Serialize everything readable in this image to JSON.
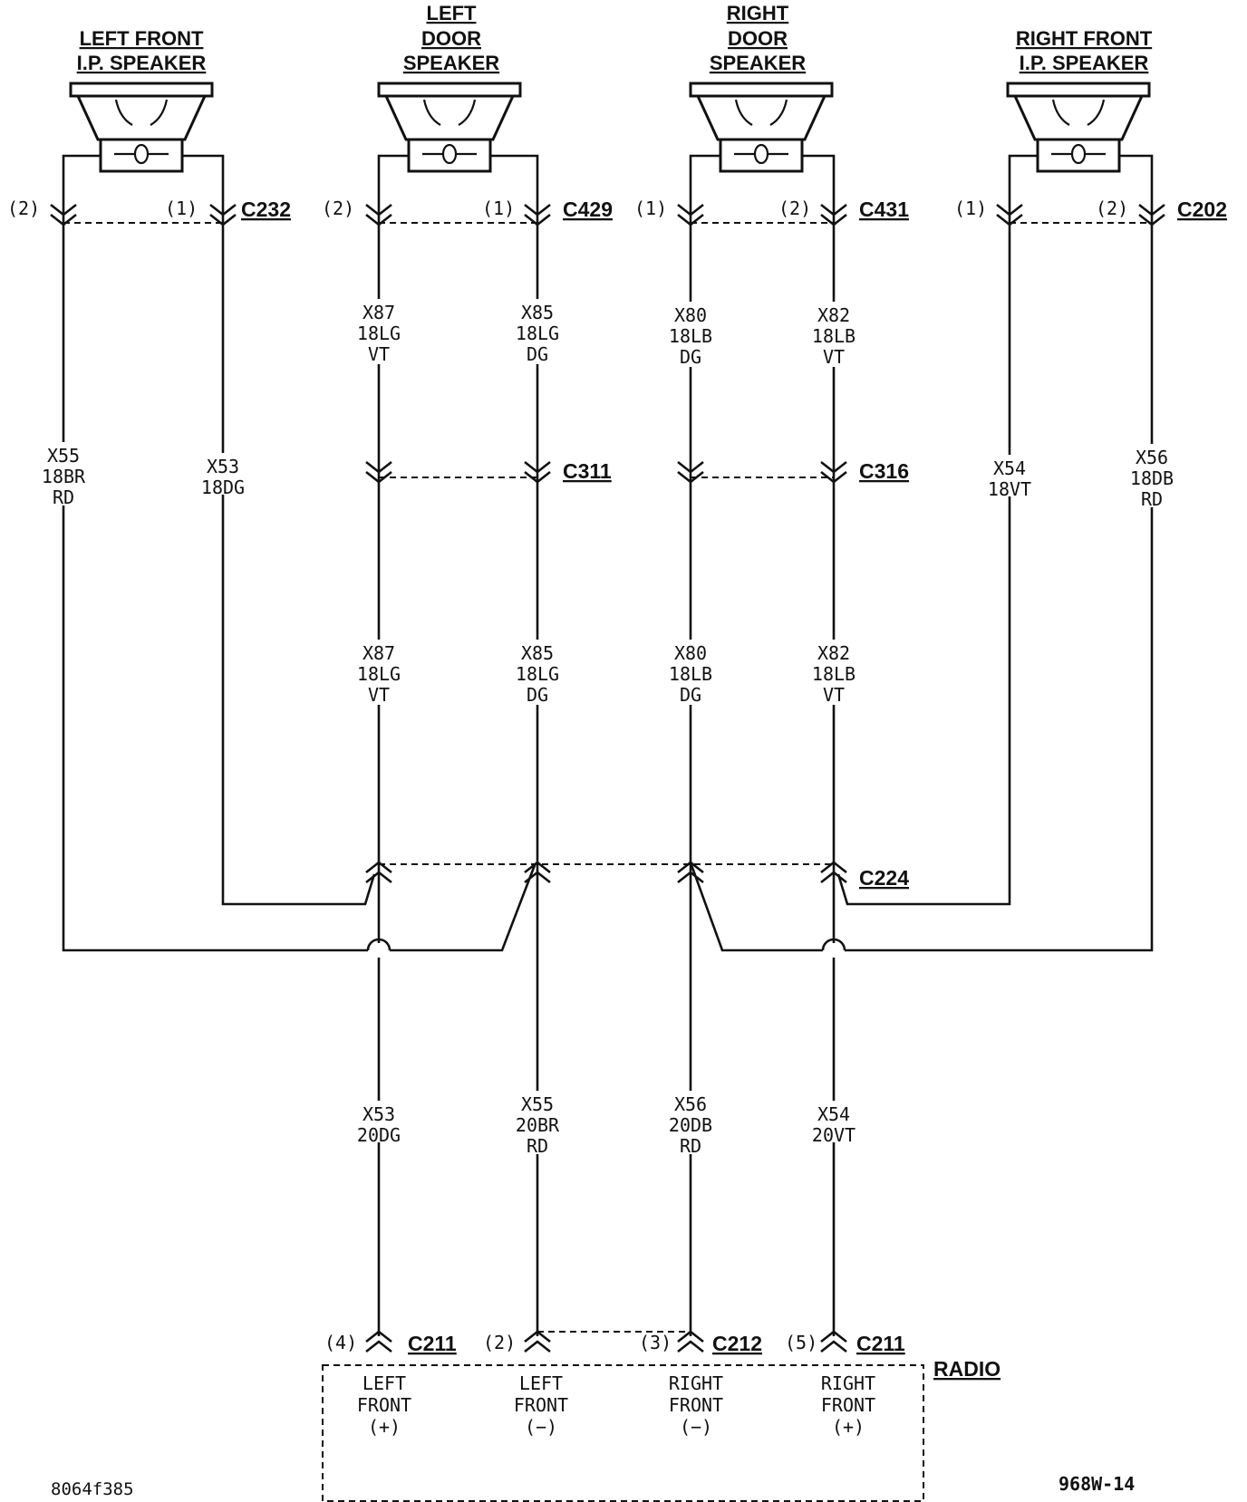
{
  "speakers": {
    "left_ip": [
      "LEFT  FRONT",
      "I.P.  SPEAKER"
    ],
    "left_door": [
      "LEFT",
      "DOOR",
      "SPEAKER"
    ],
    "right_door": [
      "RIGHT",
      "DOOR",
      "SPEAKER"
    ],
    "right_ip": [
      "RIGHT  FRONT",
      "I.P.  SPEAKER"
    ]
  },
  "connectors": {
    "c232": "C232",
    "c429": "C429",
    "c431": "C431",
    "c202": "C202",
    "c311": "C311",
    "c316": "C316",
    "c224": "C224",
    "c211": "C211",
    "c212": "C212"
  },
  "pins": {
    "c232_left": "(2)",
    "c232_right": "(1)",
    "c429_left": "(2)",
    "c429_right": "(1)",
    "c431_left": "(1)",
    "c431_right": "(2)",
    "c202_left": "(1)",
    "c202_right": "(2)",
    "radio_1": "(4)",
    "radio_2": "(2)",
    "radio_3": "(3)",
    "radio_4": "(5)"
  },
  "wires": {
    "x55_top": [
      "X55",
      "18BR",
      "RD"
    ],
    "x53_top": [
      "X53",
      "18DG"
    ],
    "x87_a": [
      "X87",
      "18LG",
      "VT"
    ],
    "x85_a": [
      "X85",
      "18LG",
      "DG"
    ],
    "x80_a": [
      "X80",
      "18LB",
      "DG"
    ],
    "x82_a": [
      "X82",
      "18LB",
      "VT"
    ],
    "x54_top": [
      "X54",
      "18VT"
    ],
    "x56_top": [
      "X56",
      "18DB",
      "RD"
    ],
    "x87_b": [
      "X87",
      "18LG",
      "VT"
    ],
    "x85_b": [
      "X85",
      "18LG",
      "DG"
    ],
    "x80_b": [
      "X80",
      "18LB",
      "DG"
    ],
    "x82_b": [
      "X82",
      "18LB",
      "VT"
    ],
    "x53_bot": [
      "X53",
      "20DG"
    ],
    "x55_bot": [
      "X55",
      "20BR",
      "RD"
    ],
    "x56_bot": [
      "X56",
      "20DB",
      "RD"
    ],
    "x54_bot": [
      "X54",
      "20VT"
    ]
  },
  "radio": {
    "title": "RADIO",
    "lf_pos": [
      "LEFT",
      "FRONT",
      "(+)"
    ],
    "lf_neg": [
      "LEFT",
      "FRONT",
      "(−)"
    ],
    "rf_neg": [
      "RIGHT",
      "FRONT",
      "(−)"
    ],
    "rf_pos": [
      "RIGHT",
      "FRONT",
      "(+)"
    ]
  },
  "refs": {
    "left": "8064f385",
    "right": "968W-14"
  }
}
